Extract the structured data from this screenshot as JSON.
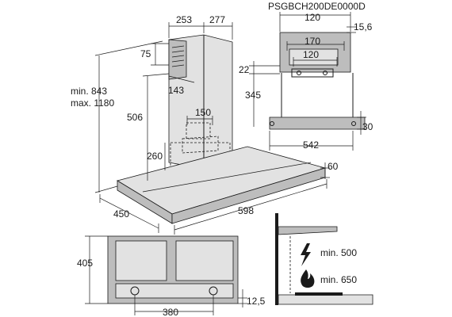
{
  "model": "PSGBCH200DE0000D",
  "main_view": {
    "dim_253": "253",
    "dim_277": "277",
    "dim_75": "75",
    "dim_143": "143",
    "dim_min": "min. 843",
    "dim_max": "max. 1180",
    "dim_506": "506",
    "dim_150": "150",
    "dim_260": "260",
    "dim_60": "60",
    "dim_450": "450",
    "dim_598": "598"
  },
  "side_view": {
    "dim_120_top": "120",
    "dim_15_6": "15,6",
    "dim_170": "170",
    "dim_120_inner": "120",
    "dim_22": "22",
    "dim_345": "345",
    "dim_30": "30",
    "dim_542": "542"
  },
  "bottom_view": {
    "dim_405": "405",
    "dim_380": "380",
    "dim_12_5": "12,5"
  },
  "clearance": {
    "min_electric": "min. 500",
    "min_gas": "min. 650"
  }
}
